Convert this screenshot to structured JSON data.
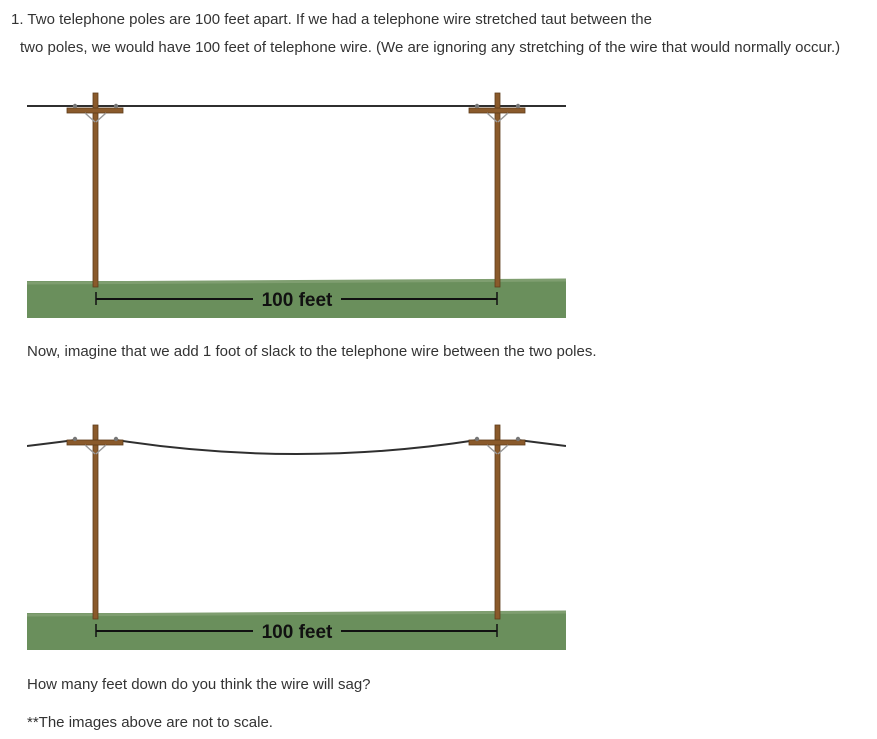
{
  "question": {
    "line1": "1. Two telephone poles are 100 feet apart. If we had a telephone wire stretched taut between the",
    "line2": "two poles, we would have 100 feet of telephone wire. (We are ignoring any stretching of the wire that would normally occur.)"
  },
  "figures": {
    "taut": {
      "distance_label": "100 feet",
      "wire": "taut"
    },
    "slack": {
      "distance_label": "100 feet",
      "wire": "sagging"
    }
  },
  "slack_text": "Now, imagine that we add 1 foot of slack to the telephone wire between the two poles.",
  "question_text": "How many feet down do you think the wire will sag?",
  "note_text": "**The images above are not to scale.",
  "colors": {
    "text": "#333333",
    "grass": "#6a8f5c",
    "pole": "#8a5a2b",
    "wire": "#2f2f2f"
  }
}
